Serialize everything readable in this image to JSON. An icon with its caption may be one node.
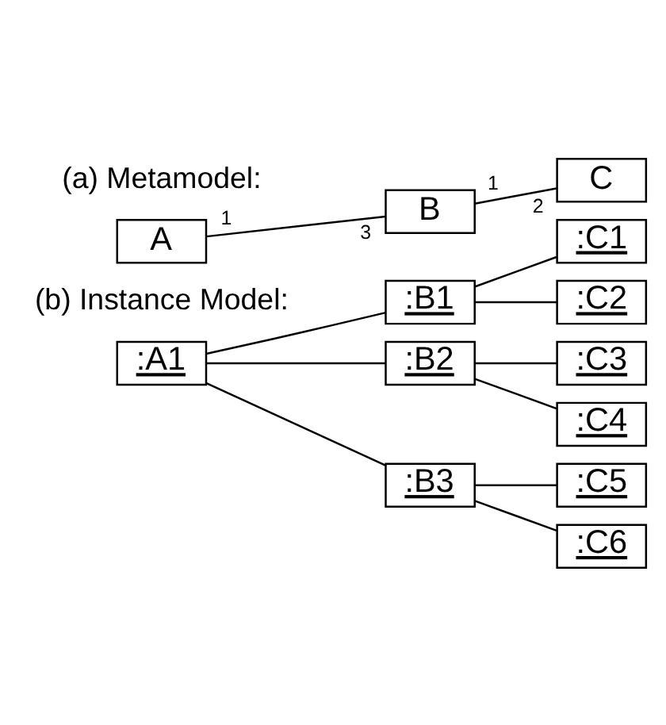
{
  "diagram": {
    "nodes": [
      {
        "text": [
          "A"
        ]
      },
      {
        "text": [
          "B"
        ]
      },
      {
        "text": [
          "C"
        ]
      },
      {
        "text": [
          ":A1"
        ]
      },
      {
        "text": [
          ":B1"
        ]
      },
      {
        "text": [
          ":C1"
        ]
      },
      {
        "text": [
          ":C2"
        ]
      },
      {
        "text": [
          ":B2"
        ]
      },
      {
        "text": [
          ":C3"
        ]
      },
      {
        "text": [
          ":C4"
        ]
      },
      {
        "text": [
          ":B3"
        ]
      },
      {
        "text": [
          ":C5"
        ]
      },
      {
        "text": [
          ":C6"
        ]
      }
    ],
    "edges": [
      {
        "from": 0,
        "to": 1,
        "arrow": "none"
      },
      {
        "from": 1,
        "to": 2,
        "arrow": "none"
      },
      {
        "from": 3,
        "to": 4,
        "arrow": "none"
      },
      {
        "from": 3,
        "to": 7,
        "arrow": "none"
      },
      {
        "from": 3,
        "to": 10,
        "arrow": "none"
      },
      {
        "from": 4,
        "to": 5,
        "arrow": "none"
      },
      {
        "from": 4,
        "to": 6,
        "arrow": "none"
      },
      {
        "from": 7,
        "to": 8,
        "arrow": "none"
      },
      {
        "from": 7,
        "to": 9,
        "arrow": "none"
      },
      {
        "from": 10,
        "to": 11,
        "arrow": "none"
      },
      {
        "from": 10,
        "to": 12,
        "arrow": "none"
      }
    ],
    "labels": [
      "(a) Metamodel:",
      "1",
      "3",
      "1",
      "2",
      "(b) Instance Model:"
    ]
  }
}
